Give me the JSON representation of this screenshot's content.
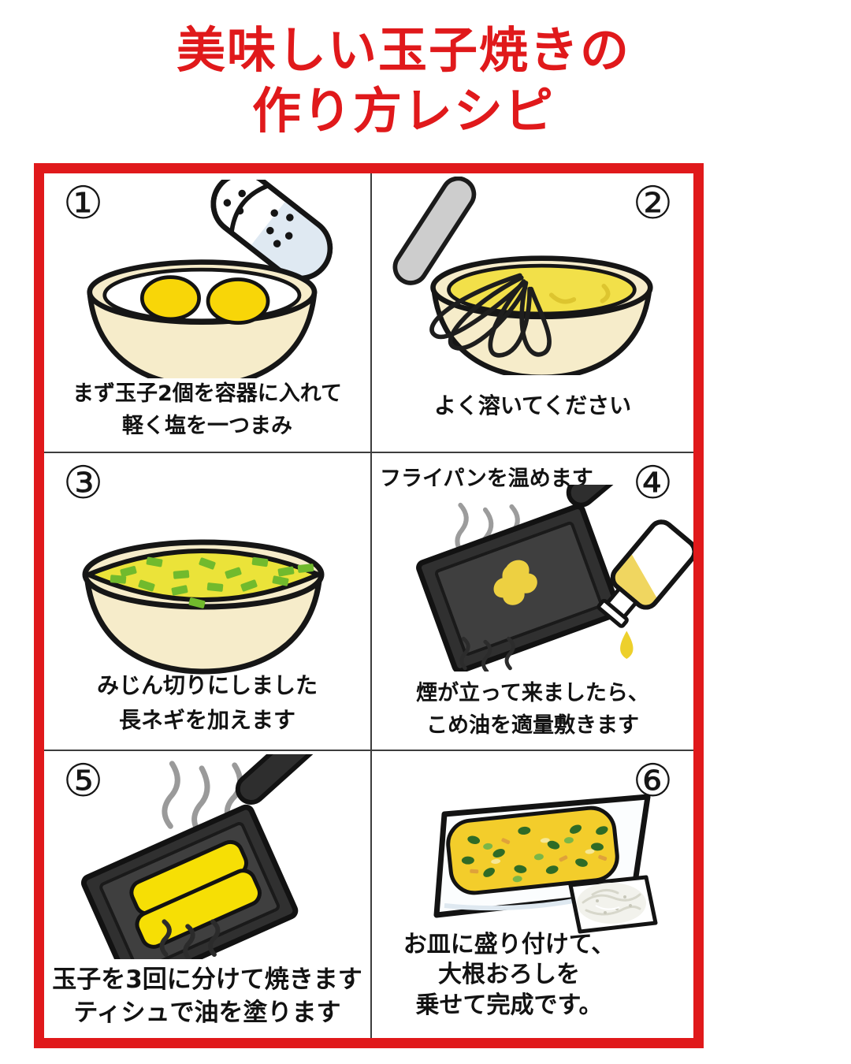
{
  "colors": {
    "accent_red": "#e0191b",
    "ink": "#141414",
    "grid_line": "#3d3d3d"
  },
  "title": {
    "line1": "美味しい玉子焼きの",
    "line2": "作り方レシピ"
  },
  "steps": [
    {
      "number": "①",
      "caption": [
        "まず玉子2個を容器に入れて",
        "軽く塩を一つまみ"
      ],
      "illustration": "bowl-with-two-raw-eggs-and-salt-shaker"
    },
    {
      "number": "②",
      "caption": [
        "よく溶いてください"
      ],
      "illustration": "whisk-beating-eggs-in-bowl"
    },
    {
      "number": "③",
      "caption": [
        "みじん切りにしました",
        "長ネギを加えます"
      ],
      "illustration": "bowl-of-egg-mixture-with-chopped-green-onion"
    },
    {
      "number": "④",
      "note": "フライパンを温めます",
      "caption": [
        "煙が立って来ましたら、",
        "こめ油を適量敷きます"
      ],
      "illustration": "heated-square-pan-with-oil-bottle-pouring"
    },
    {
      "number": "⑤",
      "caption": [
        "玉子を3回に分けて焼きます",
        "ティシュで油を塗ります"
      ],
      "illustration": "square-pan-frying-rolled-egg"
    },
    {
      "number": "⑥",
      "caption": [
        "お皿に盛り付けて、",
        "大根おろしを",
        "乗せて完成です。"
      ],
      "illustration": "plated-tamagoyaki-with-grated-daikon"
    }
  ]
}
